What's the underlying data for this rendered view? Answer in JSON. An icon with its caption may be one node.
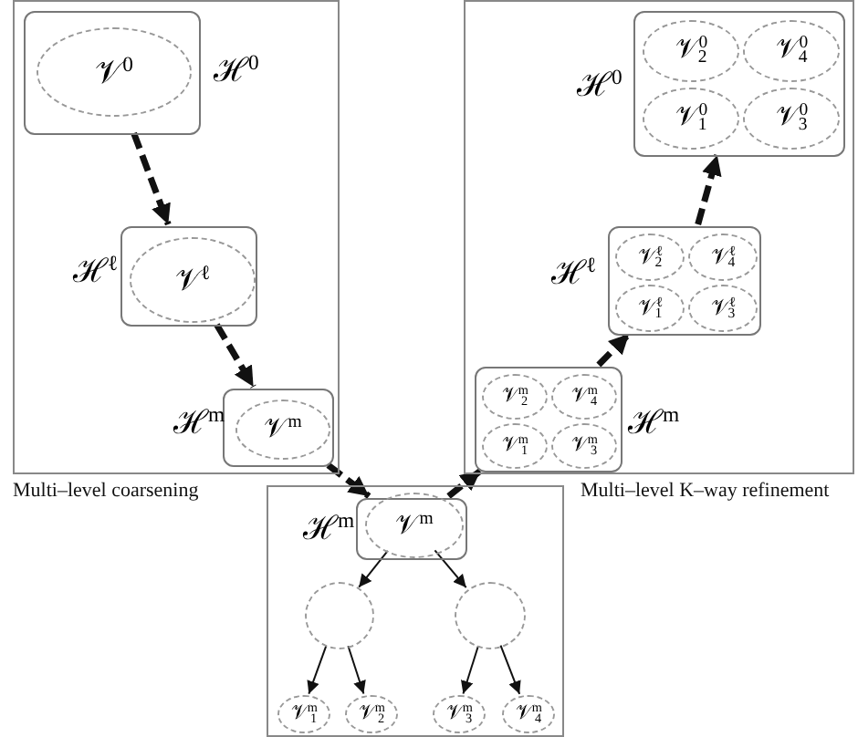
{
  "diagram": {
    "nodes": [
      {
        "text": [
          "Multi–level coarsening"
        ]
      },
      {
        "text": [
          "ℋ$^{0}$"
        ],
        "in": 0
      },
      {
        "text": [
          "𝒱$^{0}$"
        ],
        "in": 1
      },
      {
        "text": [
          "ℋ$^{ℓ}$"
        ],
        "in": 0
      },
      {
        "text": [
          "𝒱$^{ℓ}$"
        ],
        "in": 3
      },
      {
        "text": [
          "ℋ$^{m}$"
        ],
        "in": 0
      },
      {
        "text": [
          "𝒱$^{m}$"
        ],
        "in": 5
      },
      {
        "text": [
          "Multi–level K–way refinement"
        ]
      },
      {
        "text": [
          "ℋ$^{0}$"
        ],
        "in": 7
      },
      {
        "text": [
          "𝒱$^{0}$$_{2}$"
        ],
        "in": 8
      },
      {
        "text": [
          "𝒱$^{0}$$_{4}$"
        ],
        "in": 8
      },
      {
        "text": [
          "𝒱$^{0}$$_{1}$"
        ],
        "in": 8
      },
      {
        "text": [
          "𝒱$^{0}$$_{3}$"
        ],
        "in": 8
      },
      {
        "text": [
          "ℋ$^{ℓ}$"
        ],
        "in": 7
      },
      {
        "text": [
          "𝒱$^{ℓ}$$_{2}$"
        ],
        "in": 13
      },
      {
        "text": [
          "𝒱$^{ℓ}$$_{4}$"
        ],
        "in": 13
      },
      {
        "text": [
          "𝒱$^{ℓ}$$_{1}$"
        ],
        "in": 13
      },
      {
        "text": [
          "𝒱$^{ℓ}$$_{3}$"
        ],
        "in": 13
      },
      {
        "text": [
          "ℋ$^{m}$"
        ],
        "in": 7
      },
      {
        "text": [
          "𝒱$^{m}$$_{2}$"
        ],
        "in": 18
      },
      {
        "text": [
          "𝒱$^{m}$$_{4}$"
        ],
        "in": 18
      },
      {
        "text": [
          "𝒱$^{m}$$_{1}$"
        ],
        "in": 18
      },
      {
        "text": [
          "𝒱$^{m}$$_{3}$"
        ],
        "in": 18
      },
      {
        "text": [],
        "shape": "box"
      },
      {
        "text": [
          "ℋ$^{m}$"
        ],
        "in": 23
      },
      {
        "text": [
          "𝒱$^{m}$"
        ],
        "in": 24
      },
      {
        "text": [],
        "shape": "ellipse",
        "in": 23
      },
      {
        "text": [],
        "shape": "ellipse",
        "in": 23
      },
      {
        "text": [
          "𝒱$^{m}$$_{1}$"
        ],
        "in": 23
      },
      {
        "text": [
          "𝒱$^{m}$$_{2}$"
        ],
        "in": 23
      },
      {
        "text": [
          "𝒱$^{m}$$_{3}$"
        ],
        "in": 23
      },
      {
        "text": [
          "𝒱$^{m}$$_{4}$"
        ],
        "in": 23
      }
    ],
    "edges": [
      {
        "from": 1,
        "to": 3,
        "arrow": "to",
        "style": "dashed"
      },
      {
        "from": 3,
        "to": 5,
        "arrow": "to",
        "style": "dashed"
      },
      {
        "from": 5,
        "to": 24,
        "arrow": "to",
        "style": "dashed"
      },
      {
        "from": 24,
        "to": 18,
        "arrow": "to",
        "style": "dashed"
      },
      {
        "from": 18,
        "to": 13,
        "arrow": "to",
        "style": "dashed"
      },
      {
        "from": 13,
        "to": 8,
        "arrow": "to",
        "style": "dashed"
      },
      {
        "from": 25,
        "to": 26,
        "arrow": "to"
      },
      {
        "from": 25,
        "to": 27,
        "arrow": "to"
      },
      {
        "from": 26,
        "to": 28,
        "arrow": "to"
      },
      {
        "from": 26,
        "to": 29,
        "arrow": "to"
      },
      {
        "from": 27,
        "to": 30,
        "arrow": "to"
      },
      {
        "from": 27,
        "to": 31,
        "arrow": "to"
      }
    ]
  }
}
